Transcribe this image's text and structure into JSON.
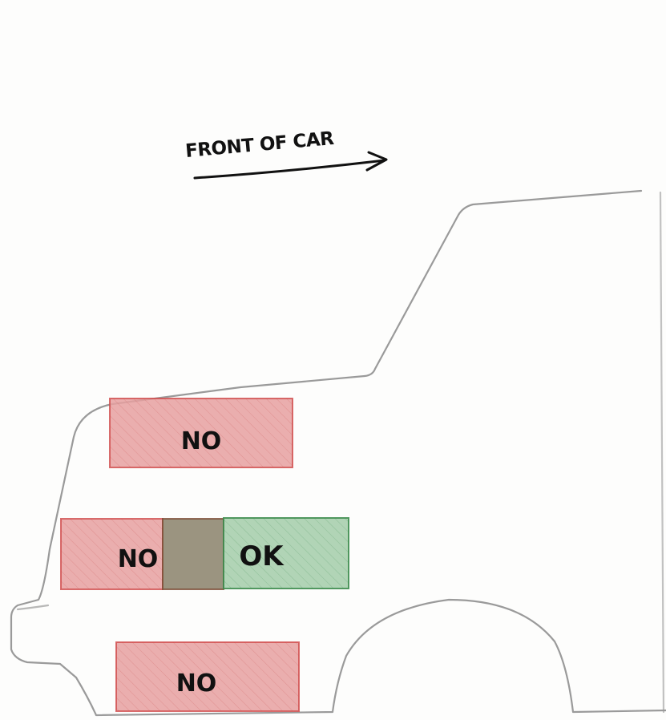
{
  "annotation": {
    "text": "FRONT OF CAR"
  },
  "zones": [
    {
      "id": "upper",
      "label": "NO",
      "status": "no",
      "color": "#e6a0a0",
      "stroke": "#d04a4a"
    },
    {
      "id": "middle-left",
      "label": "NO",
      "status": "no",
      "color": "#e6a0a0",
      "stroke": "#d04a4a"
    },
    {
      "id": "middle-overlap",
      "label": "",
      "status": "overlap",
      "color": "#9b9480",
      "stroke": "#7a5a3a"
    },
    {
      "id": "middle-right",
      "label": "OK",
      "status": "ok",
      "color": "#a8cfae",
      "stroke": "#3a8a4a"
    },
    {
      "id": "lower",
      "label": "NO",
      "status": "no",
      "color": "#e6a0a0",
      "stroke": "#d04a4a"
    }
  ],
  "colors": {
    "outline": "#9a9a9a",
    "ink": "#111111",
    "no": "#e6a0a0",
    "ok": "#a8cfae"
  }
}
